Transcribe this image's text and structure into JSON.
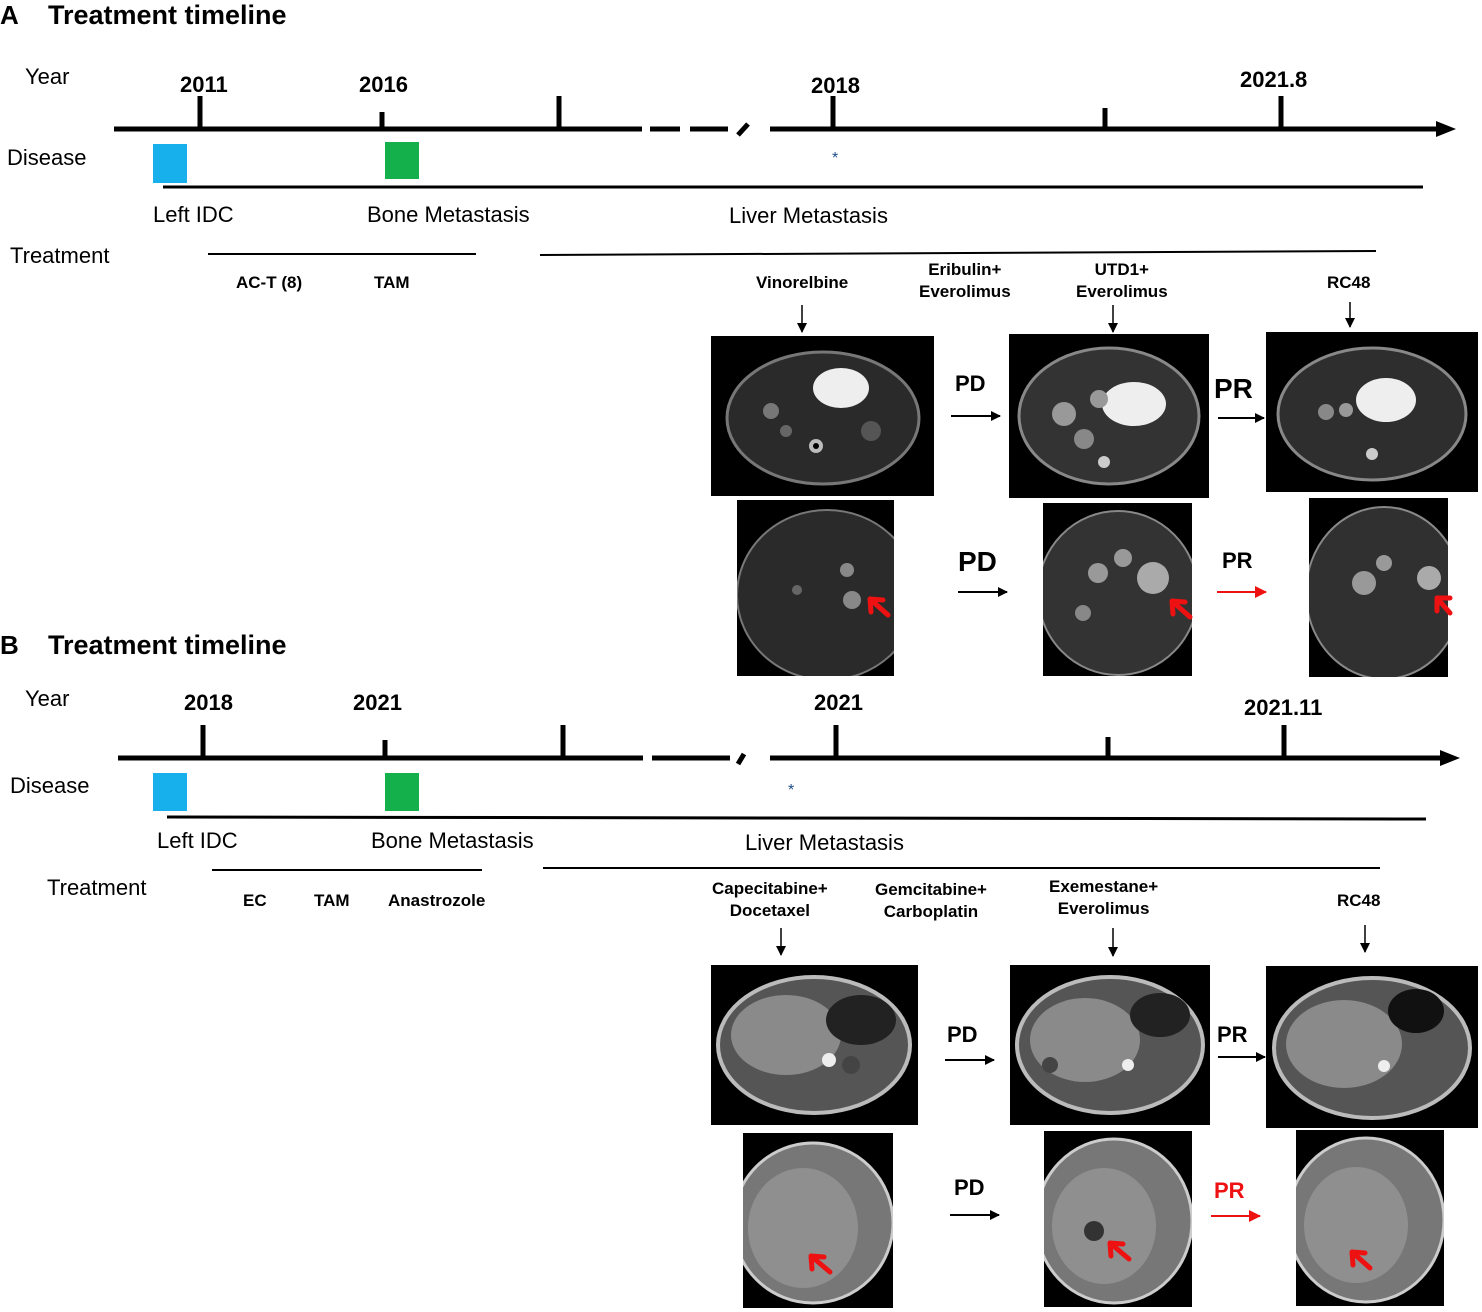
{
  "panelA": {
    "letter": "A",
    "title": "Treatment timeline",
    "rows": {
      "year": "Year",
      "disease": "Disease",
      "treatment": "Treatment"
    },
    "years": [
      "2011",
      "2016",
      "2018",
      "2021.8"
    ],
    "disease_labels": [
      "Left IDC",
      "Bone Metastasis",
      "Liver Metastasis"
    ],
    "disease_marker": "*",
    "early_treatments": [
      "AC-T (8)",
      "TAM"
    ],
    "later_treatments": [
      "Vinorelbine",
      "Eribulin+\nEverolimus",
      "UTD1+\nEverolimus",
      "RC48"
    ],
    "responses_top": [
      "PD",
      "PR"
    ],
    "responses_bottom": [
      "PD",
      "PR"
    ]
  },
  "panelB": {
    "letter": "B",
    "title": "Treatment timeline",
    "rows": {
      "year": "Year",
      "disease": "Disease",
      "treatment": "Treatment"
    },
    "years": [
      "2018",
      "2021",
      "2021",
      "2021.11"
    ],
    "disease_labels": [
      "Left IDC",
      "Bone Metastasis",
      "Liver Metastasis"
    ],
    "disease_marker": "*",
    "early_treatments": [
      "EC",
      "TAM",
      "Anastrozole"
    ],
    "later_treatments": [
      "Capecitabine+\nDocetaxel",
      "Gemcitabine+\nCarboplatin",
      "Exemestane+\nEverolimus",
      "RC48"
    ],
    "responses_top": [
      "PD",
      "PR"
    ],
    "responses_bottom": [
      "PD",
      "PR"
    ]
  },
  "colors": {
    "idc": "#17b0ec",
    "bone": "#14b04c",
    "red_arrow": "#ee1111",
    "marker": "#1f4e8c"
  }
}
